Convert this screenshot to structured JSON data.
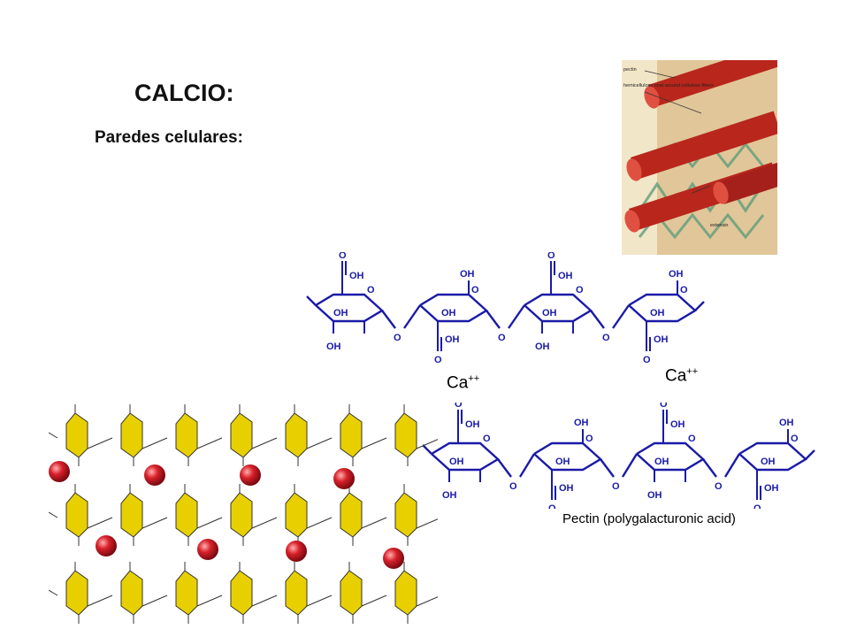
{
  "title": "CALCIO:",
  "subtitle": "Paredes celulares:",
  "ca_label_1": "Ca",
  "ca_label_1_sup": "++",
  "ca_label_2": "Ca",
  "ca_label_2_sup": "++",
  "pectin_caption": "Pectin (polygalacturonic acid)",
  "photo": {
    "labels": [
      "pectin",
      "hemicellulose coat around cellulose fibers",
      "extensin"
    ]
  },
  "ring_labels": {
    "carbonyl": "O",
    "acid_oh": "OH",
    "hydroxyl": "OH",
    "ring_o": "O",
    "link_o": "O"
  },
  "colors": {
    "molecule_blue": "#1a1aa8",
    "sugar_yellow": "#e8d000",
    "calcium_red": "#c0121c",
    "fiber_red": "#b8261c"
  }
}
